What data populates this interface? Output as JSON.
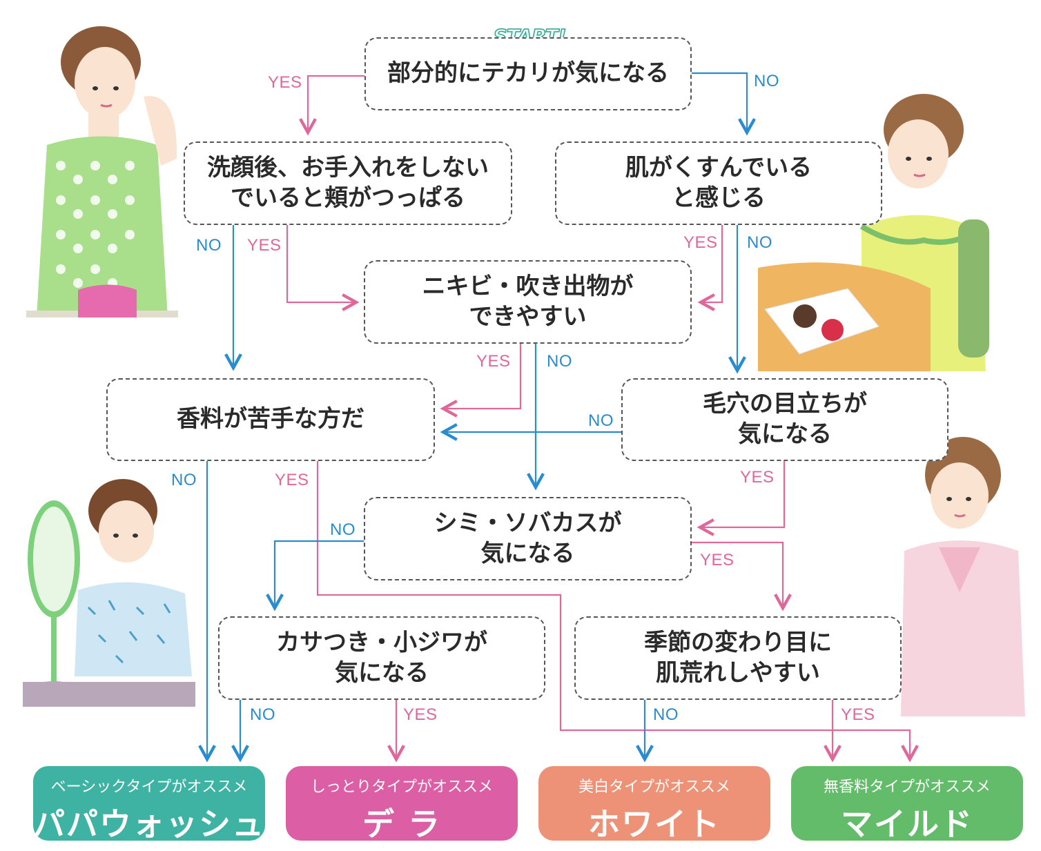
{
  "start_label": "START!",
  "questions": {
    "q1": "部分的にテカリが気になる",
    "q2": "洗顔後、お手入れをしない\nでいると頬がつっぱる",
    "q3": "肌がくすんでいる\nと感じる",
    "q4": "ニキビ・吹き出物が\nできやすい",
    "q5": "香料が苦手な方だ",
    "q6": "毛穴の目立ちが\n気になる",
    "q7": "シミ・ソバカスが\n気になる",
    "q8": "カサつき・小ジワが\n気になる",
    "q9": "季節の変わり目に\n肌荒れしやすい"
  },
  "labels": {
    "yes": "YES",
    "no": "NO"
  },
  "results": [
    {
      "sub": "ベーシックタイプがオススメ",
      "name": "パパウォッシュ",
      "color": "#3fb3a3"
    },
    {
      "sub": "しっとりタイプがオススメ",
      "name": "デ ラ",
      "color": "#dc5fa5"
    },
    {
      "sub": "美白タイプがオススメ",
      "name": "ホワイト",
      "color": "#ed9277"
    },
    {
      "sub": "無香料タイプがオススメ",
      "name": "マイルド",
      "color": "#62bc6a"
    }
  ],
  "colors": {
    "yes_line": "#e0679a",
    "no_line": "#2a8cd0",
    "box_border": "#555555"
  },
  "illustrations": [
    "woman-blotting-face",
    "woman-on-phone-with-dessert",
    "woman-at-mirror",
    "woman-touching-cheek"
  ]
}
